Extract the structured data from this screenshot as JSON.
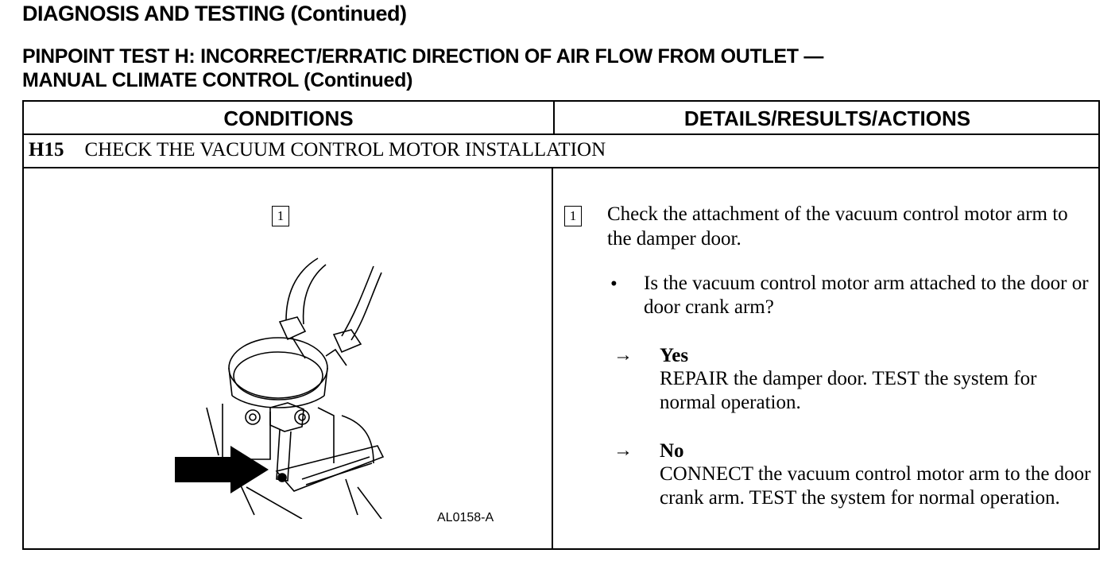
{
  "header": {
    "section_title": "DIAGNOSIS AND TESTING (Continued)",
    "test_title_line1": "PINPOINT TEST H:  INCORRECT/ERRATIC DIRECTION OF AIR FLOW FROM OUTLET —",
    "test_title_line2": "MANUAL CLIMATE CONTROL (Continued)"
  },
  "table": {
    "col_conditions": "CONDITIONS",
    "col_details": "DETAILS/RESULTS/ACTIONS",
    "step_id": "H15",
    "step_title": "CHECK THE VACUUM CONTROL MOTOR INSTALLATION"
  },
  "left": {
    "step_num": "1",
    "figure_code": "AL0158-A"
  },
  "right": {
    "step_num": "1",
    "instruction": "Check the attachment of the vacuum control motor arm to the damper door.",
    "bullet": "•",
    "question": "Is the vacuum control motor arm attached to the door or door crank arm?",
    "answers": [
      {
        "arrow": "→",
        "label": "Yes",
        "text": "REPAIR the damper door. TEST the system for normal operation."
      },
      {
        "arrow": "→",
        "label": "No",
        "text": "CONNECT the vacuum control motor arm to the door crank arm. TEST the system for normal operation."
      }
    ]
  }
}
